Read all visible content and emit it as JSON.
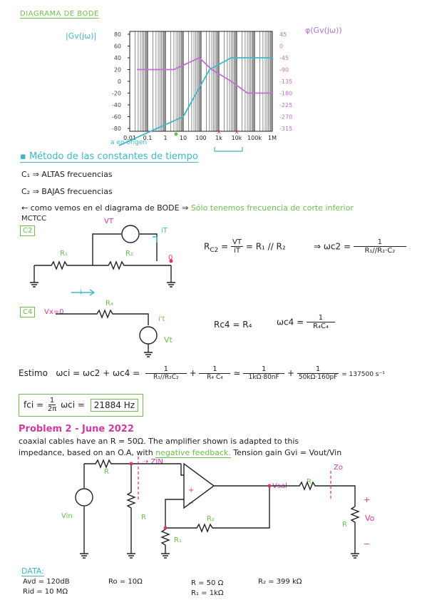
{
  "section_title": "DIAGRAMA DE BODE",
  "bode": {
    "mag_label": "|Gv(jω)|",
    "phase_label": "φ(Gv(jω))",
    "mag_ticks": [
      "80",
      "60",
      "40",
      "20",
      "0",
      "-20",
      "-40",
      "-60",
      "-80"
    ],
    "phase_ticks": [
      "45",
      "0",
      "-45",
      "-90",
      "-135",
      "-180",
      "-225",
      "-270",
      "-315"
    ],
    "freq_ticks": [
      "0.01",
      "0.1",
      "1",
      "10",
      "100",
      "1k",
      "10k",
      "100k",
      "1M"
    ],
    "origin_note": "a en origen",
    "colors": {
      "magnitude": "#3fb8c6",
      "phase": "#c070d0",
      "grid": "#222222"
    }
  },
  "metodo": {
    "title": "Método de las constantes de tiempo",
    "line1": "C₁ ⇒ ALTAS frecuencias",
    "line2": "C₂ ⇒ BAJAS frecuencias",
    "line3a": "← como vemos en el diagrama de BODE ⇒",
    "line3b": "Sólo tenemos frecuencia de corte inferior",
    "line4": "MCTCC"
  },
  "c2": {
    "tag": "C2",
    "vt": "VT",
    "it": "iT",
    "r1": "R₁",
    "r2": "R₂",
    "zero": "0",
    "i": "i",
    "eq_lhs": "R",
    "eq_lhs_sub": "C2",
    "eq_num": "VT",
    "eq_den": "iT",
    "eq_mid": "= R₁ // R₂",
    "w_lhs": "⇒ ωc2 =",
    "w_num": "1",
    "w_den": "R₁//R₂·C₂"
  },
  "c4": {
    "tag": "C4",
    "vx": "Vx=0",
    "r4": "R₄",
    "it": "i't",
    "vt": "Vt",
    "eq_r": "Rc4 = R₄",
    "w_lhs": "ωc4 =",
    "w_num": "1",
    "w_den": "R₄C₄"
  },
  "estimo": {
    "lead": "Estimo",
    "eq1": "ωci = ωc2 + ωc4 =",
    "f1n": "1",
    "f1d": "R₁//R₂C₂",
    "f2n": "1",
    "f2d": "R₄ C₄",
    "approx": "≃",
    "f3n": "1",
    "f3d": "1kΩ·80nF",
    "f4n": "1",
    "f4d": "50kΩ·160pF",
    "result": "= 137500 s⁻¹"
  },
  "fci": {
    "lhs": "fci =",
    "num": "1",
    "den": "2π",
    "mid": "ωci =",
    "val": "21884 Hz"
  },
  "problem": {
    "title": "Problem 2 - June 2022",
    "line1a": "coaxial cables have an R = 50Ω. The amplifier shown is adapted to this",
    "line2a": "impedance, based on an O.A, with",
    "line2b": "negative feedback.",
    "line2c": "Tension gain Gvi = Vout/Vin"
  },
  "circuit2": {
    "zin": "ZIN",
    "zo": "Zo",
    "r": "R",
    "rR": "R",
    "rR2": "R",
    "rR3": "R",
    "r1": "R₁",
    "r2": "R₂",
    "vin": "Vin",
    "vsal": "Vsal",
    "vo": "Vo",
    "plus": "+",
    "minus": "−",
    "opplus": "+",
    "opminus": "−"
  },
  "data": {
    "title": "DATA:",
    "avd": "Avd = 120dB",
    "rid": "Rid = 10 MΩ",
    "ro": "Ro = 10Ω",
    "r": "R = 50 Ω",
    "r1": "R₁ = 1kΩ",
    "r2": "R₂ = 399 kΩ"
  }
}
